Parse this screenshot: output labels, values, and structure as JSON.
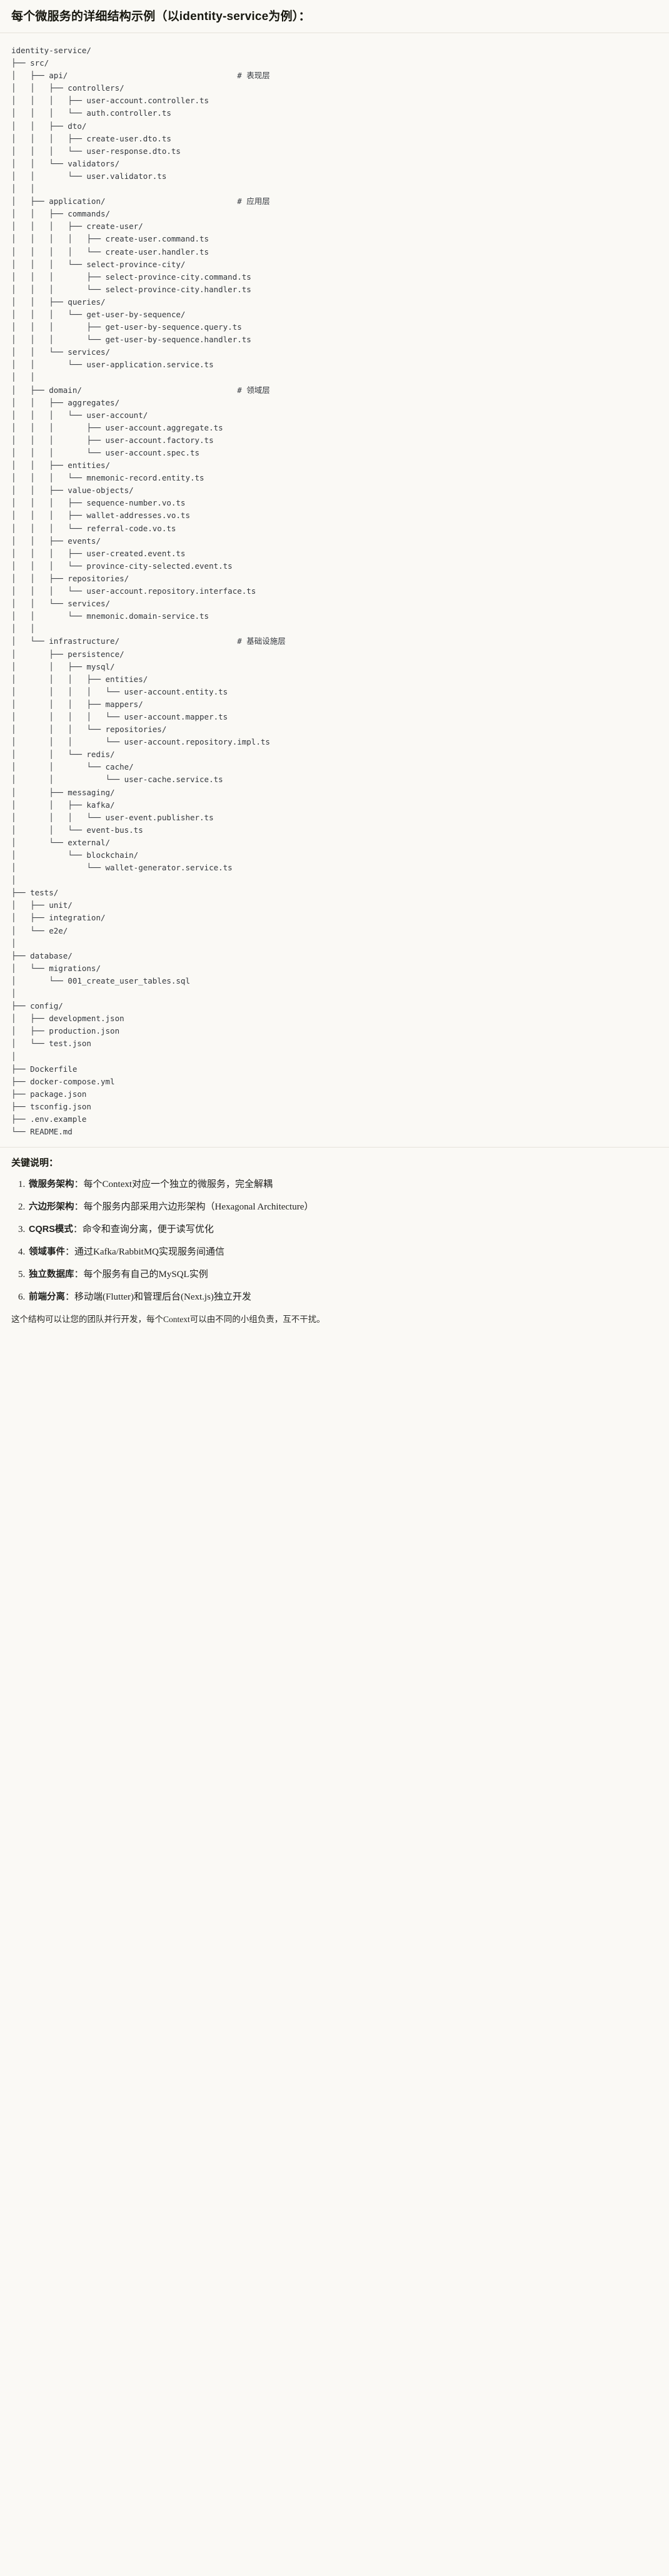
{
  "header": {
    "title": "每个微服务的详细结构示例（以identity-service为例）："
  },
  "tree": {
    "root": "identity-service/",
    "text": "identity-service/\n├── src/\n│   ├── api/                                    # 表现层\n│   │   ├── controllers/\n│   │   │   ├── user-account.controller.ts\n│   │   │   └── auth.controller.ts\n│   │   ├── dto/\n│   │   │   ├── create-user.dto.ts\n│   │   │   └── user-response.dto.ts\n│   │   └── validators/\n│   │       └── user.validator.ts\n│   │\n│   ├── application/                            # 应用层\n│   │   ├── commands/\n│   │   │   ├── create-user/\n│   │   │   │   ├── create-user.command.ts\n│   │   │   │   └── create-user.handler.ts\n│   │   │   └── select-province-city/\n│   │   │       ├── select-province-city.command.ts\n│   │   │       └── select-province-city.handler.ts\n│   │   ├── queries/\n│   │   │   └── get-user-by-sequence/\n│   │   │       ├── get-user-by-sequence.query.ts\n│   │   │       └── get-user-by-sequence.handler.ts\n│   │   └── services/\n│   │       └── user-application.service.ts\n│   │\n│   ├── domain/                                 # 领域层\n│   │   ├── aggregates/\n│   │   │   └── user-account/\n│   │   │       ├── user-account.aggregate.ts\n│   │   │       ├── user-account.factory.ts\n│   │   │       └── user-account.spec.ts\n│   │   ├── entities/\n│   │   │   └── mnemonic-record.entity.ts\n│   │   ├── value-objects/\n│   │   │   ├── sequence-number.vo.ts\n│   │   │   ├── wallet-addresses.vo.ts\n│   │   │   └── referral-code.vo.ts\n│   │   ├── events/\n│   │   │   ├── user-created.event.ts\n│   │   │   └── province-city-selected.event.ts\n│   │   ├── repositories/\n│   │   │   └── user-account.repository.interface.ts\n│   │   └── services/\n│   │       └── mnemonic.domain-service.ts\n│   │\n│   └── infrastructure/                         # 基础设施层\n│       ├── persistence/\n│       │   ├── mysql/\n│       │   │   ├── entities/\n│       │   │   │   └── user-account.entity.ts\n│       │   │   ├── mappers/\n│       │   │   │   └── user-account.mapper.ts\n│       │   │   └── repositories/\n│       │   │       └── user-account.repository.impl.ts\n│       │   └── redis/\n│       │       └── cache/\n│       │           └── user-cache.service.ts\n│       ├── messaging/\n│       │   ├── kafka/\n│       │   │   └── user-event.publisher.ts\n│       │   └── event-bus.ts\n│       └── external/\n│           └── blockchain/\n│               └── wallet-generator.service.ts\n│\n├── tests/\n│   ├── unit/\n│   ├── integration/\n│   └── e2e/\n│\n├── database/\n│   └── migrations/\n│       └── 001_create_user_tables.sql\n│\n├── config/\n│   ├── development.json\n│   ├── production.json\n│   └── test.json\n│\n├── Dockerfile\n├── docker-compose.yml\n├── package.json\n├── tsconfig.json\n├── .env.example\n└── README.md",
    "layer_comments": [
      {
        "path": "api/",
        "comment": "# 表现层"
      },
      {
        "path": "application/",
        "comment": "# 应用层"
      },
      {
        "path": "domain/",
        "comment": "# 领域层"
      },
      {
        "path": "infrastructure/",
        "comment": "# 基础设施层"
      }
    ]
  },
  "key_points": {
    "title": "关键说明：",
    "items": [
      {
        "index": "1.",
        "term": "微服务架构",
        "sep": "：",
        "desc": "每个Context对应一个独立的微服务，完全解耦"
      },
      {
        "index": "2.",
        "term": "六边形架构",
        "sep": "：",
        "desc": "每个服务内部采用六边形架构（Hexagonal Architecture）"
      },
      {
        "index": "3.",
        "term": "CQRS模式",
        "sep": "：",
        "desc": "命令和查询分离，便于读写优化"
      },
      {
        "index": "4.",
        "term": "领域事件",
        "sep": "：",
        "desc": "通过Kafka/RabbitMQ实现服务间通信"
      },
      {
        "index": "5.",
        "term": "独立数据库",
        "sep": "：",
        "desc": "每个服务有自己的MySQL实例"
      },
      {
        "index": "6.",
        "term": "前端分离",
        "sep": "：",
        "desc": "移动端(Flutter)和管理后台(Next.js)独立开发"
      }
    ],
    "closing": "这个结构可以让您的团队并行开发，每个Context可以由不同的小组负责，互不干扰。"
  },
  "colors": {
    "background": "#faf9f5",
    "text": "#1f1f1d",
    "tree_text": "#33373d",
    "rule": "#e6e3da"
  }
}
